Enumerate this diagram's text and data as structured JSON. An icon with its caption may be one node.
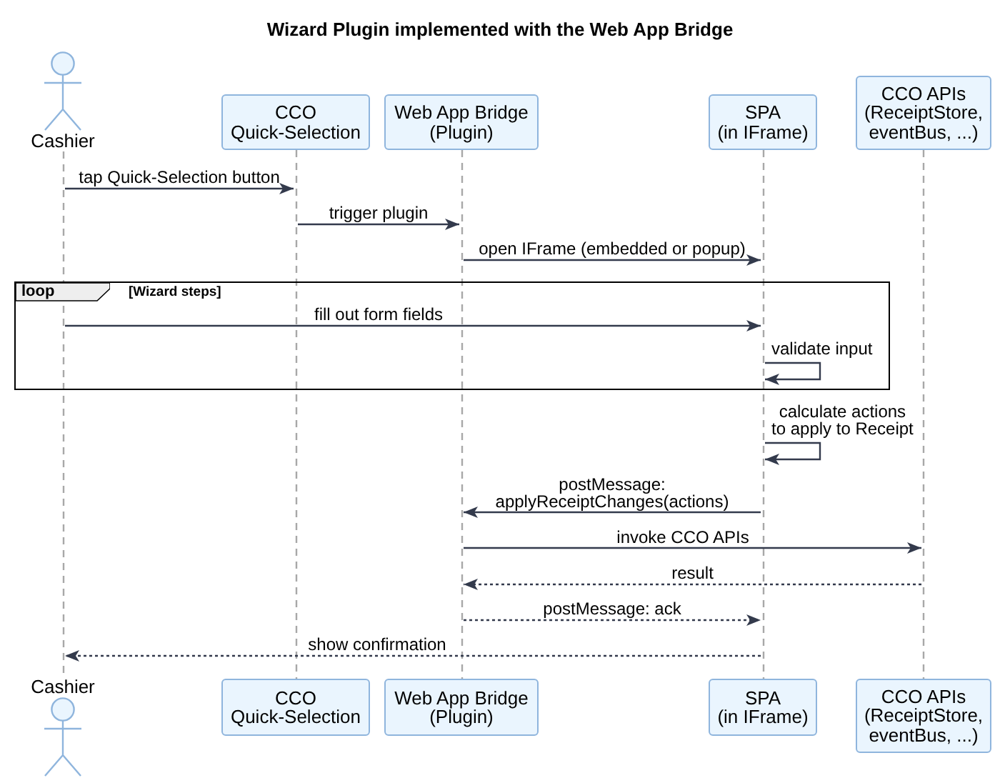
{
  "diagram": {
    "title": "Wizard Plugin implemented with the Web App Bridge",
    "nodes": [
      {
        "text": [
          "Cashier"
        ]
      },
      {
        "text": [
          "CCO Quick-Selection"
        ]
      },
      {
        "text": [
          "Web App Bridge (Plugin)"
        ]
      },
      {
        "text": [
          "SPA (in IFrame)"
        ]
      },
      {
        "text": [
          "CCO APIs (ReceiptStore, eventBus, ...)"
        ]
      },
      {
        "text": [],
        "shape": "line"
      },
      {
        "text": [],
        "shape": "line"
      },
      {
        "text": [],
        "shape": "line"
      },
      {
        "text": [],
        "shape": "line"
      },
      {
        "text": [],
        "shape": "line"
      },
      {
        "text": [
          "loop",
          "[Wizard steps]"
        ]
      },
      {
        "text": [
          "Cashier"
        ]
      },
      {
        "text": [
          "CCO Quick-Selection"
        ]
      },
      {
        "text": [
          "Web App Bridge (Plugin)"
        ]
      },
      {
        "text": [
          "SPA (in IFrame)"
        ]
      },
      {
        "text": [
          "CCO APIs (ReceiptStore, eventBus, ...)"
        ]
      }
    ],
    "edges": [
      {
        "from": 5,
        "to": 6,
        "arrow": "to",
        "label": "tap Quick-Selection button"
      },
      {
        "from": 6,
        "to": 7,
        "arrow": "to",
        "label": "trigger plugin"
      },
      {
        "from": 7,
        "to": 8,
        "arrow": "to",
        "label": "open IFrame (embedded or popup)"
      },
      {
        "from": 5,
        "to": 8,
        "arrow": "to",
        "label": "fill out form fields"
      },
      {
        "from": 8,
        "to": 8,
        "arrow": "to",
        "label": "validate input"
      },
      {
        "from": 8,
        "to": 8,
        "arrow": "to",
        "label": "calculate actions to apply to Receipt"
      },
      {
        "from": 8,
        "to": 7,
        "arrow": "to",
        "label": "postMessage: applyReceiptChanges(actions)"
      },
      {
        "from": 7,
        "to": 9,
        "arrow": "to",
        "label": "invoke CCO APIs"
      },
      {
        "from": 9,
        "to": 7,
        "arrow": "to",
        "label": "result",
        "style": "dashed"
      },
      {
        "from": 7,
        "to": 8,
        "arrow": "to",
        "label": "postMessage: ack",
        "style": "dashed"
      },
      {
        "from": 8,
        "to": 5,
        "arrow": "to",
        "label": "show confirmation",
        "style": "dashed"
      }
    ]
  }
}
